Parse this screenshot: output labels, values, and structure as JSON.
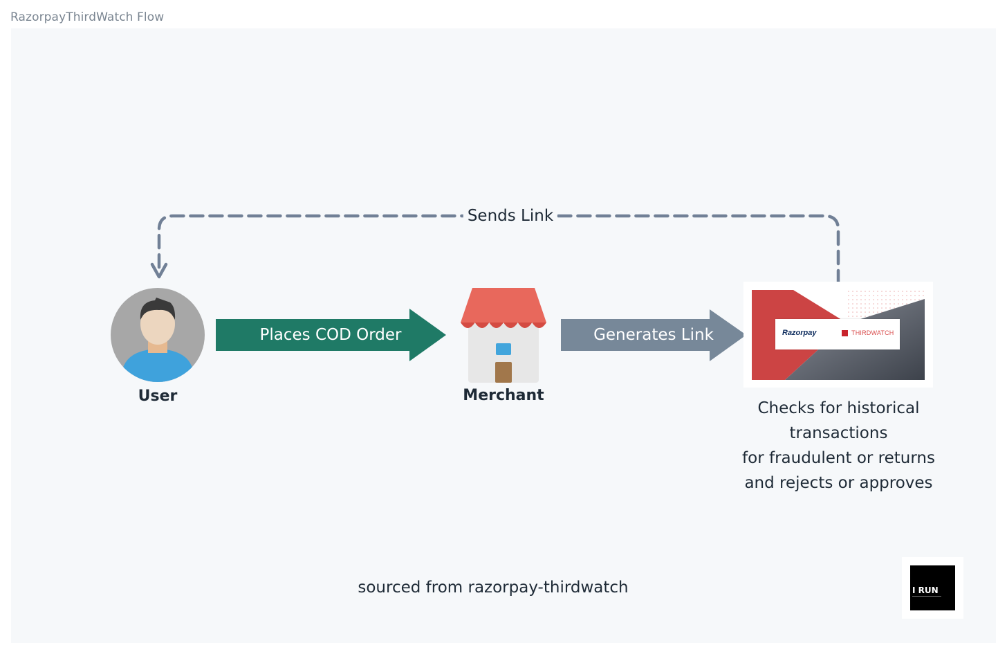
{
  "page": {
    "title": "RazorpayThirdWatch Flow"
  },
  "nodes": {
    "user": {
      "label": "User"
    },
    "merchant": {
      "label": "Merchant"
    },
    "razorpay_thirdwatch": {
      "brand_razorpay": "Razorpay",
      "brand_thirdwatch": "THIRDWATCH",
      "description": [
        "Checks for historical",
        "transactions",
        "for fraudulent or returns",
        "and rejects or approves"
      ]
    }
  },
  "edges": {
    "places_order": {
      "label": "Places COD Order"
    },
    "generates_link": {
      "label": "Generates Link"
    },
    "sends_link": {
      "label": "Sends Link"
    }
  },
  "footer": {
    "source": "sourced from razorpay-thirdwatch",
    "badge": "I RUN"
  },
  "colors": {
    "canvas_bg": "#f6f8fa",
    "primary_arrow": "#1f7a66",
    "secondary_arrow": "#778899",
    "dashed_line": "#718096",
    "text_dark": "#1e2a36",
    "razorpay_red": "#cc4444",
    "awning_red": "#e8685c"
  },
  "icons": {
    "user": "user-avatar-icon",
    "merchant": "store-icon",
    "brand": "razorpay-thirdwatch-logo",
    "badge": "i-run-logo"
  }
}
